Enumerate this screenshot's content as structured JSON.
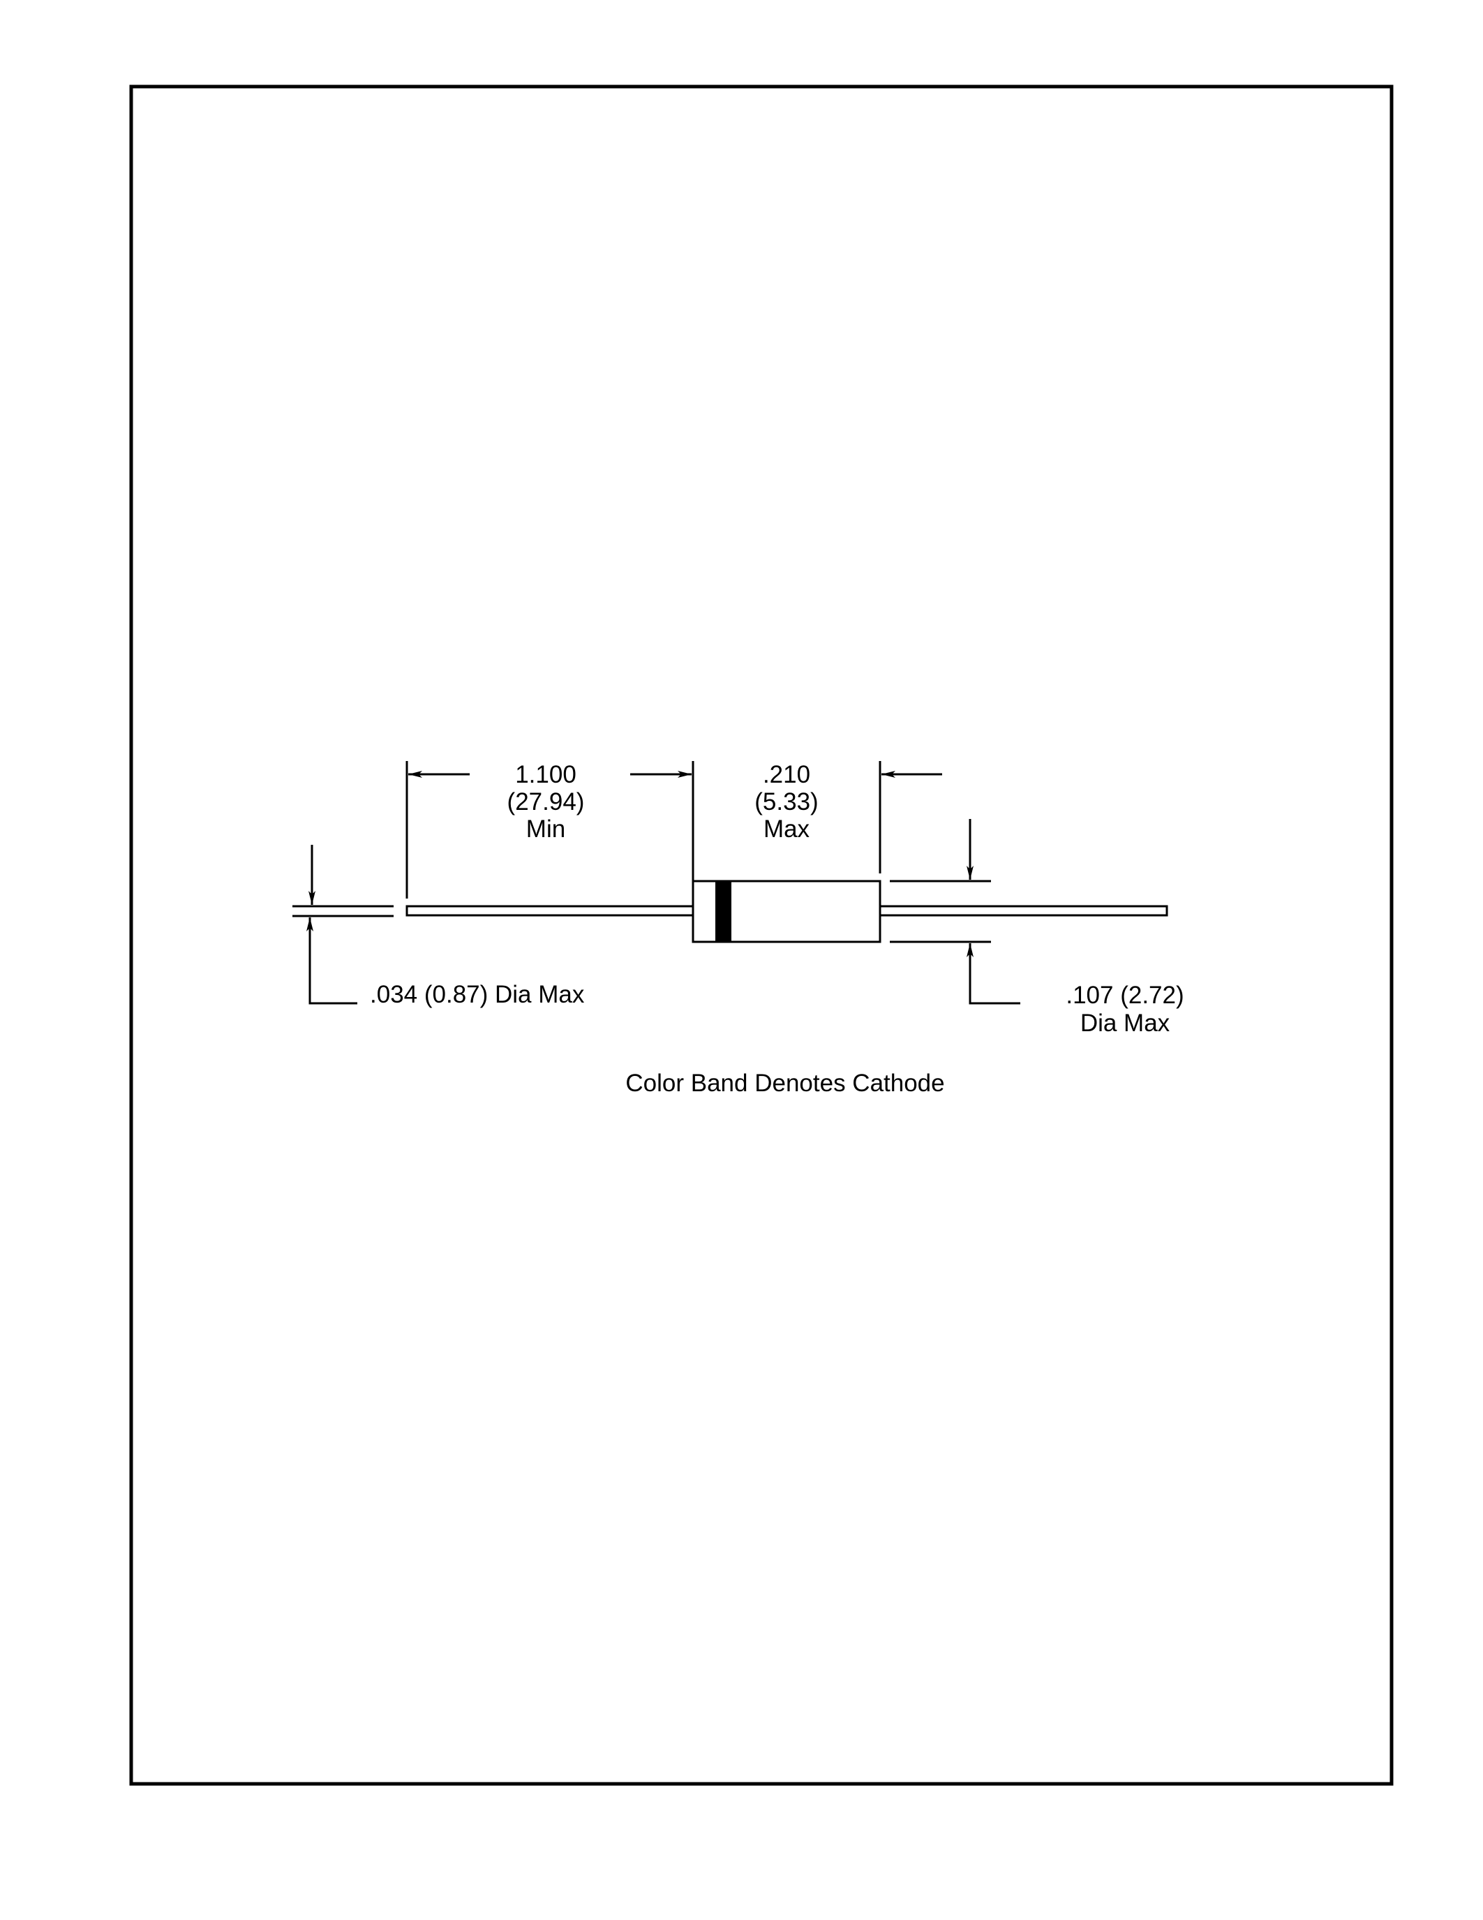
{
  "document": {
    "type": "package outline drawing",
    "frame": {
      "stroke_color": "#000000",
      "background": "#ffffff"
    }
  },
  "dimensions": {
    "lead_length": {
      "inches": "1.100",
      "mm": "(27.94)",
      "qualifier": "Min"
    },
    "body_length": {
      "inches": ".210",
      "mm": "(5.33)",
      "qualifier": "Max"
    },
    "lead_diameter": {
      "text": ".034 (0.87) Dia Max"
    },
    "body_diameter": {
      "line1": ".107 (2.72)",
      "line2": "Dia Max"
    }
  },
  "caption": "Color Band Denotes Cathode",
  "colors": {
    "ink": "#000000",
    "paper": "#ffffff",
    "cathode_band": "#000000"
  }
}
